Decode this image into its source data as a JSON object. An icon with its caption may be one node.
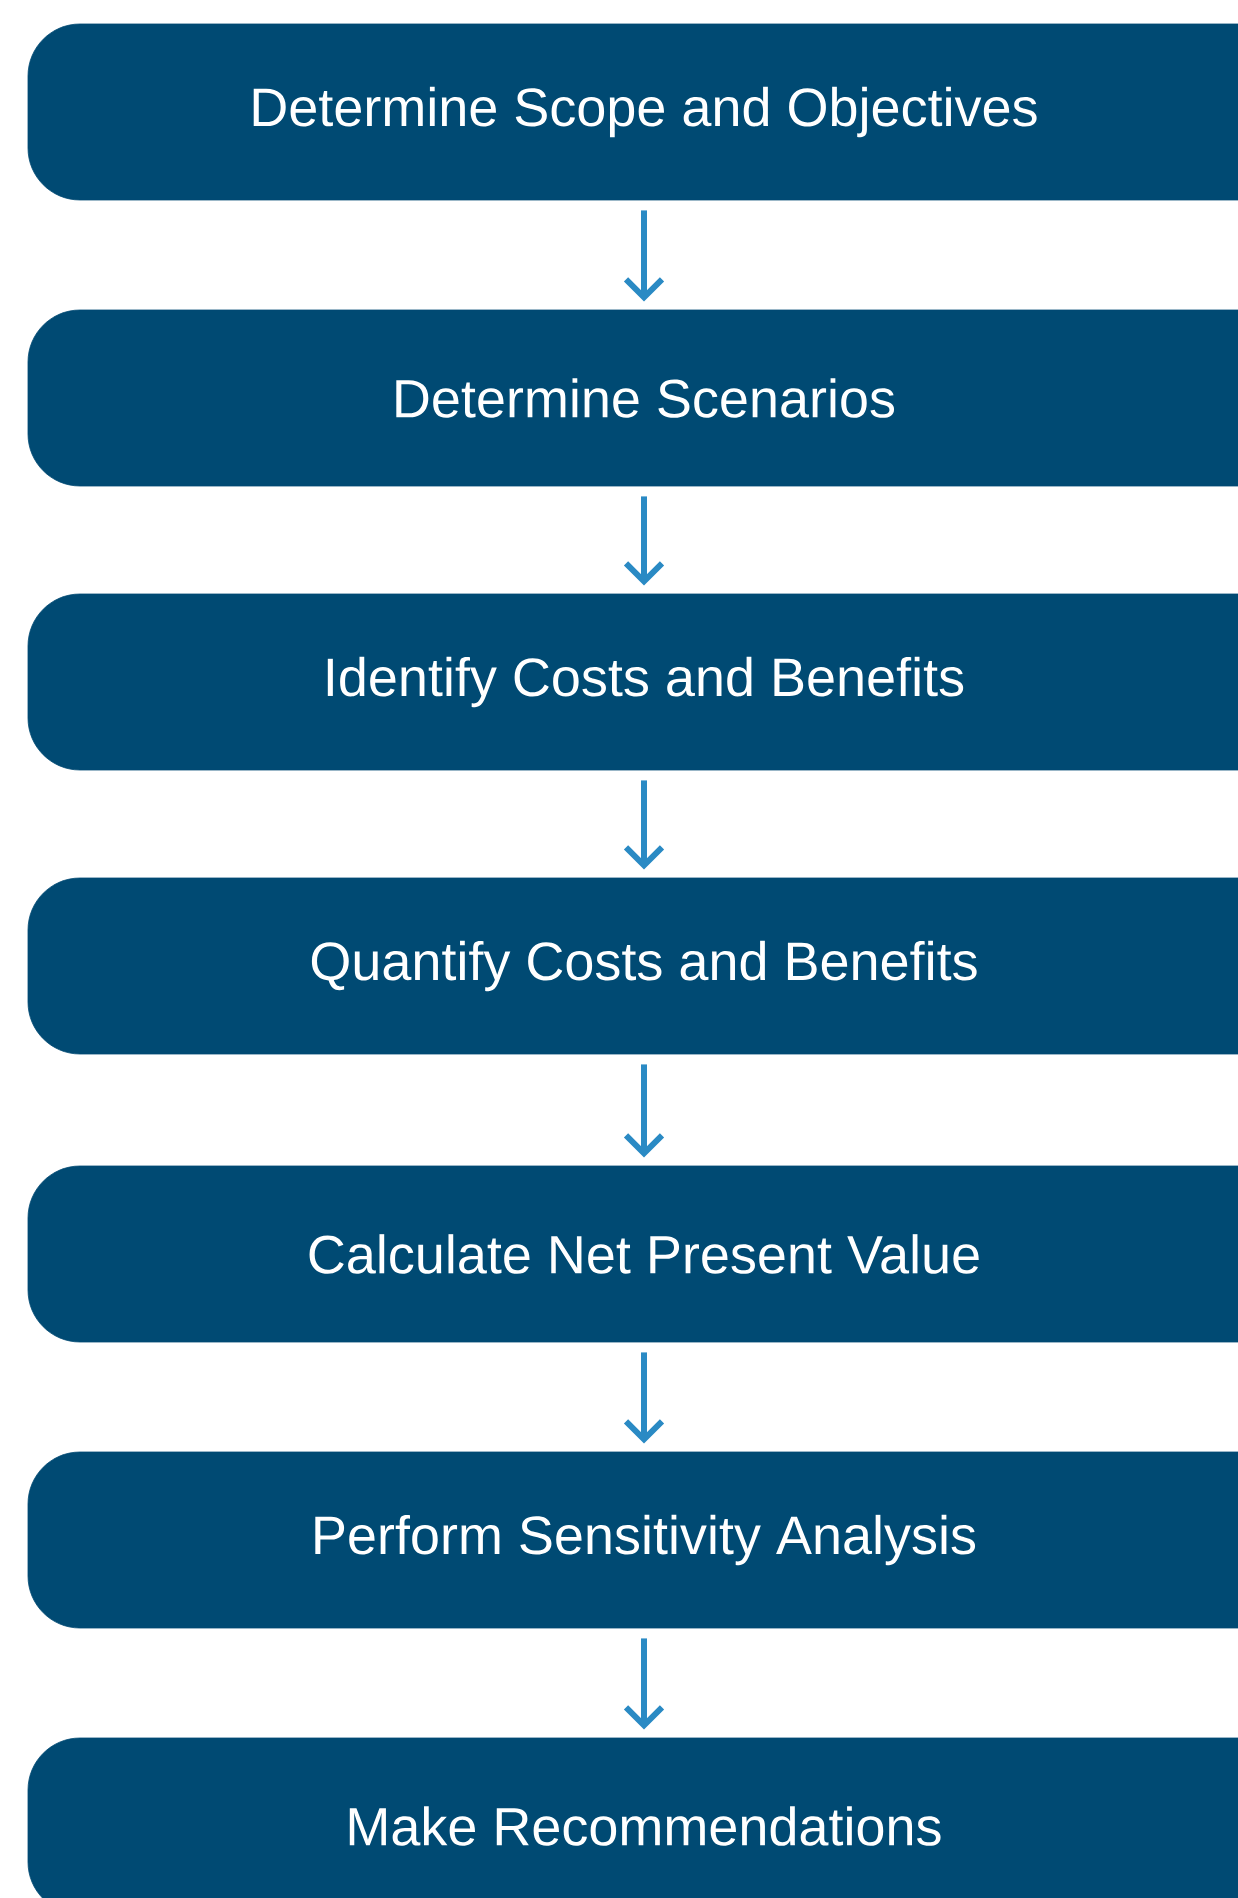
{
  "diagram": {
    "nodes": [
      {
        "text": [
          "Determine Scope and Objectives"
        ]
      },
      {
        "text": [
          "Determine Scenarios"
        ]
      },
      {
        "text": [
          "Identify Costs and Benefits"
        ]
      },
      {
        "text": [
          "Quantify Costs and Benefits"
        ]
      },
      {
        "text": [
          "Calculate Net Present Value"
        ]
      },
      {
        "text": [
          "Perform Sensitivity Analysis"
        ]
      },
      {
        "text": [
          "Make Recommendations"
        ]
      }
    ],
    "edges": [
      {
        "from": 0,
        "to": 1,
        "arrow": "to"
      },
      {
        "from": 1,
        "to": 2,
        "arrow": "to"
      },
      {
        "from": 2,
        "to": 3,
        "arrow": "to"
      },
      {
        "from": 3,
        "to": 4,
        "arrow": "to"
      },
      {
        "from": 4,
        "to": 5,
        "arrow": "to"
      },
      {
        "from": 5,
        "to": 6,
        "arrow": "to"
      }
    ]
  }
}
